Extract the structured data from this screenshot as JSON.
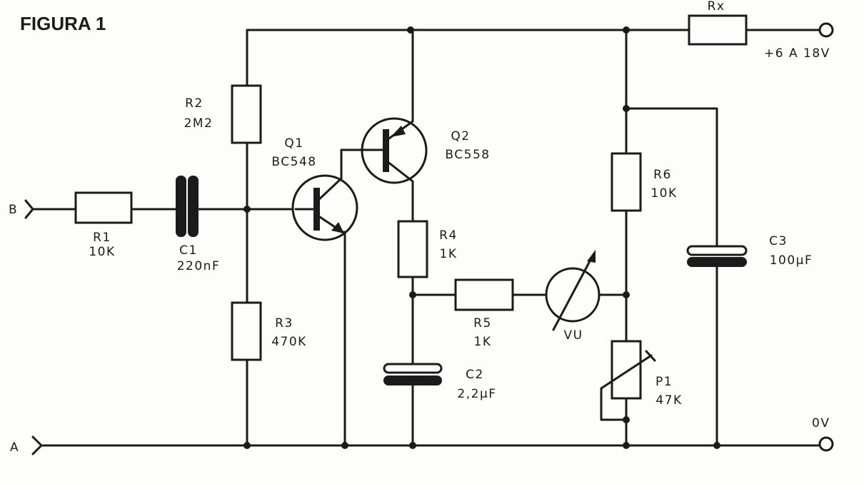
{
  "figure": {
    "title": "FIGURA 1"
  },
  "terminals": {
    "input_b": "B",
    "input_a": "A",
    "supply": "+6 A 18V",
    "ground": "0V"
  },
  "components": {
    "r1": {
      "ref": "R1",
      "value": "10K"
    },
    "c1": {
      "ref": "C1",
      "value": "220nF"
    },
    "r2": {
      "ref": "R2",
      "value": "2M2"
    },
    "r3": {
      "ref": "R3",
      "value": "470K"
    },
    "q1": {
      "ref": "Q1",
      "value": "BC548"
    },
    "q2": {
      "ref": "Q2",
      "value": "BC558"
    },
    "r4": {
      "ref": "R4",
      "value": "1K"
    },
    "r5": {
      "ref": "R5",
      "value": "1K"
    },
    "c2": {
      "ref": "C2",
      "value": "2,2µF"
    },
    "vu": {
      "ref": "VU"
    },
    "r6": {
      "ref": "R6",
      "value": "10K"
    },
    "p1": {
      "ref": "P1",
      "value": "47K"
    },
    "c3": {
      "ref": "C3",
      "value": "100µF"
    },
    "rx": {
      "ref": "Rx"
    }
  },
  "colors": {
    "ink": "#1b1b1b",
    "paper": "#fdfdfc"
  }
}
